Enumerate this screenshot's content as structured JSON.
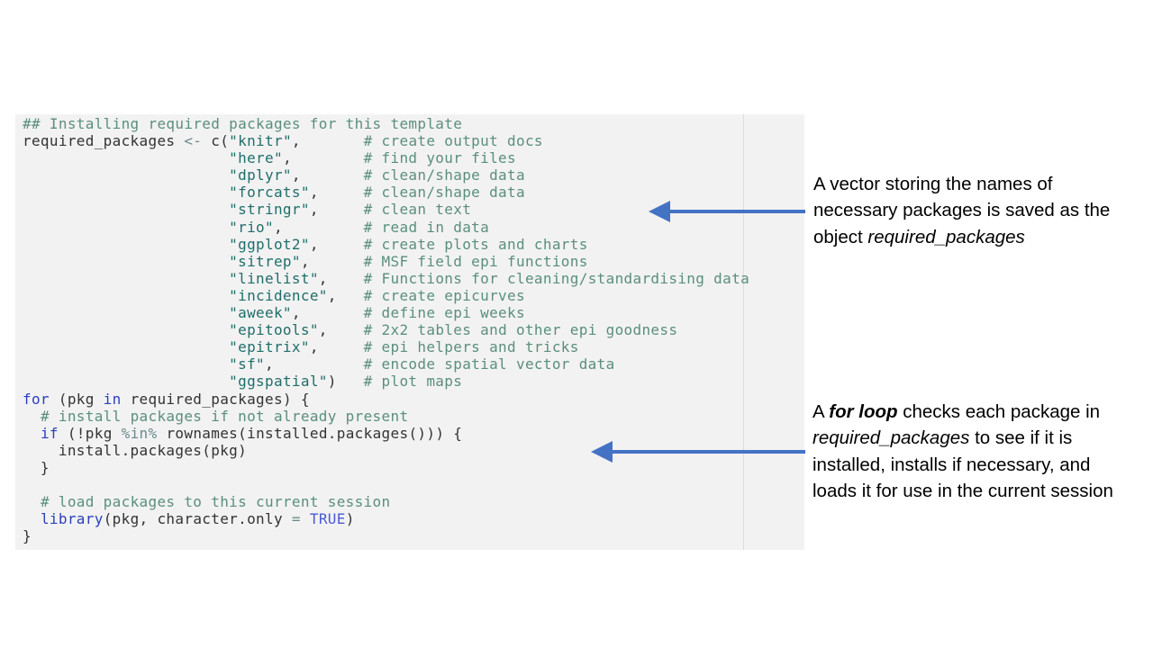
{
  "code": {
    "lines": [
      [
        {
          "t": "## Installing required packages for this template",
          "k": "comment"
        }
      ],
      [
        {
          "t": "required_packages ",
          "k": "plain"
        },
        {
          "t": "<-",
          "k": "op"
        },
        {
          "t": " c(",
          "k": "plain"
        },
        {
          "t": "\"knitr\"",
          "k": "string"
        },
        {
          "t": ",       ",
          "k": "plain"
        },
        {
          "t": "# create output docs",
          "k": "comment"
        }
      ],
      [
        {
          "t": "                       ",
          "k": "plain"
        },
        {
          "t": "\"here\"",
          "k": "string"
        },
        {
          "t": ",        ",
          "k": "plain"
        },
        {
          "t": "# find your files",
          "k": "comment"
        }
      ],
      [
        {
          "t": "                       ",
          "k": "plain"
        },
        {
          "t": "\"dplyr\"",
          "k": "string"
        },
        {
          "t": ",       ",
          "k": "plain"
        },
        {
          "t": "# clean/shape data",
          "k": "comment"
        }
      ],
      [
        {
          "t": "                       ",
          "k": "plain"
        },
        {
          "t": "\"forcats\"",
          "k": "string"
        },
        {
          "t": ",     ",
          "k": "plain"
        },
        {
          "t": "# clean/shape data",
          "k": "comment"
        }
      ],
      [
        {
          "t": "                       ",
          "k": "plain"
        },
        {
          "t": "\"stringr\"",
          "k": "string"
        },
        {
          "t": ",     ",
          "k": "plain"
        },
        {
          "t": "# clean text",
          "k": "comment"
        }
      ],
      [
        {
          "t": "                       ",
          "k": "plain"
        },
        {
          "t": "\"rio\"",
          "k": "string"
        },
        {
          "t": ",         ",
          "k": "plain"
        },
        {
          "t": "# read in data",
          "k": "comment"
        }
      ],
      [
        {
          "t": "                       ",
          "k": "plain"
        },
        {
          "t": "\"ggplot2\"",
          "k": "string"
        },
        {
          "t": ",     ",
          "k": "plain"
        },
        {
          "t": "# create plots and charts",
          "k": "comment"
        }
      ],
      [
        {
          "t": "                       ",
          "k": "plain"
        },
        {
          "t": "\"sitrep\"",
          "k": "string"
        },
        {
          "t": ",      ",
          "k": "plain"
        },
        {
          "t": "# MSF field epi functions",
          "k": "comment"
        }
      ],
      [
        {
          "t": "                       ",
          "k": "plain"
        },
        {
          "t": "\"linelist\"",
          "k": "string"
        },
        {
          "t": ",    ",
          "k": "plain"
        },
        {
          "t": "# Functions for cleaning/standardising data",
          "k": "comment"
        }
      ],
      [
        {
          "t": "                       ",
          "k": "plain"
        },
        {
          "t": "\"incidence\"",
          "k": "string"
        },
        {
          "t": ",   ",
          "k": "plain"
        },
        {
          "t": "# create epicurves",
          "k": "comment"
        }
      ],
      [
        {
          "t": "                       ",
          "k": "plain"
        },
        {
          "t": "\"aweek\"",
          "k": "string"
        },
        {
          "t": ",       ",
          "k": "plain"
        },
        {
          "t": "# define epi weeks",
          "k": "comment"
        }
      ],
      [
        {
          "t": "                       ",
          "k": "plain"
        },
        {
          "t": "\"epitools\"",
          "k": "string"
        },
        {
          "t": ",    ",
          "k": "plain"
        },
        {
          "t": "# 2x2 tables and other epi goodness",
          "k": "comment"
        }
      ],
      [
        {
          "t": "                       ",
          "k": "plain"
        },
        {
          "t": "\"epitrix\"",
          "k": "string"
        },
        {
          "t": ",     ",
          "k": "plain"
        },
        {
          "t": "# epi helpers and tricks",
          "k": "comment"
        }
      ],
      [
        {
          "t": "                       ",
          "k": "plain"
        },
        {
          "t": "\"sf\"",
          "k": "string"
        },
        {
          "t": ",          ",
          "k": "plain"
        },
        {
          "t": "# encode spatial vector data",
          "k": "comment"
        }
      ],
      [
        {
          "t": "                       ",
          "k": "plain"
        },
        {
          "t": "\"ggspatial\"",
          "k": "string"
        },
        {
          "t": ")   ",
          "k": "plain"
        },
        {
          "t": "# plot maps",
          "k": "comment"
        }
      ],
      [
        {
          "t": "for",
          "k": "keyword"
        },
        {
          "t": " (pkg ",
          "k": "plain"
        },
        {
          "t": "in",
          "k": "keyword"
        },
        {
          "t": " required_packages) {",
          "k": "plain"
        }
      ],
      [
        {
          "t": "  ",
          "k": "plain"
        },
        {
          "t": "# install packages if not already present",
          "k": "comment"
        }
      ],
      [
        {
          "t": "  ",
          "k": "plain"
        },
        {
          "t": "if",
          "k": "keyword"
        },
        {
          "t": " (!pkg ",
          "k": "plain"
        },
        {
          "t": "%in%",
          "k": "op"
        },
        {
          "t": " rownames(installed.packages())) {",
          "k": "plain"
        }
      ],
      [
        {
          "t": "    install.packages(pkg)",
          "k": "plain"
        }
      ],
      [
        {
          "t": "  }",
          "k": "plain"
        }
      ],
      [
        {
          "t": "",
          "k": "plain"
        }
      ],
      [
        {
          "t": "  ",
          "k": "plain"
        },
        {
          "t": "# load packages to this current session",
          "k": "comment"
        }
      ],
      [
        {
          "t": "  ",
          "k": "plain"
        },
        {
          "t": "library",
          "k": "keyword"
        },
        {
          "t": "(pkg, character.only ",
          "k": "plain"
        },
        {
          "t": "=",
          "k": "op"
        },
        {
          "t": " ",
          "k": "plain"
        },
        {
          "t": "TRUE",
          "k": "number"
        },
        {
          "t": ")",
          "k": "plain"
        }
      ],
      [
        {
          "t": "}",
          "k": "plain"
        }
      ]
    ]
  },
  "annotations": {
    "vector_note": {
      "line1": "A vector storing the names of",
      "line2": "necessary packages is saved as the",
      "line3_prefix": "object ",
      "line3_em": "required_packages"
    },
    "loop_note": {
      "line1_prefix": "A ",
      "line1_strong": "for loop",
      "line1_suffix": " checks each package in",
      "line2_em": "required_packages",
      "line2_suffix": "  to see if it is",
      "line3": "installed, installs if necessary, and",
      "line4": "loads it for use in the current session"
    }
  },
  "colors": {
    "arrow": "#4472c4",
    "code_background": "#f2f2f2",
    "comment": "#5a8f7b",
    "string": "#1f6e6a",
    "keyword": "#2a40c0"
  },
  "icons": {
    "arrow_top": "left-arrow-icon",
    "arrow_bottom": "left-arrow-icon"
  }
}
